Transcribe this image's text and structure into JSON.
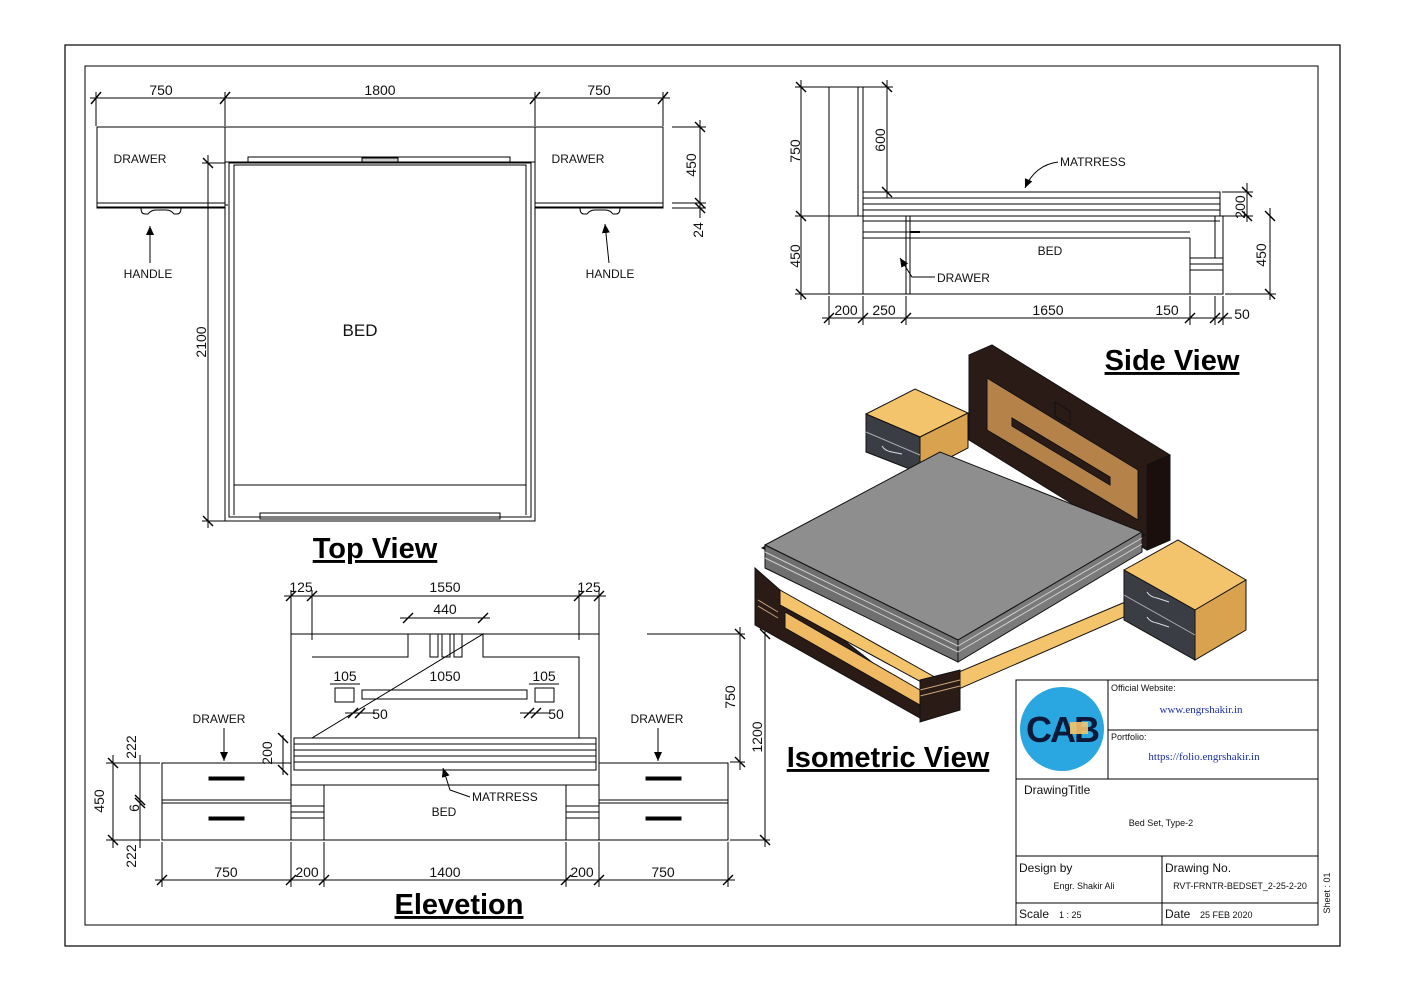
{
  "top_view": {
    "title": "Top View",
    "dims": {
      "w_left": "750",
      "w_bed": "1800",
      "w_right": "750",
      "h_bed": "2100",
      "h_drawer": "450",
      "h_gap": "24"
    },
    "labels": {
      "drawer_left": "DRAWER",
      "drawer_right": "DRAWER",
      "handle_left": "HANDLE",
      "handle_right": "HANDLE",
      "bed": "BED"
    }
  },
  "side_view": {
    "title": "Side View",
    "dims": {
      "h_total_head": "750",
      "h_head": "600",
      "h_base": "450",
      "h_mattress": "200",
      "h_base_right": "450",
      "w_200": "200",
      "w_250": "250",
      "w_1650": "1650",
      "w_150": "150",
      "w_50": "50"
    },
    "labels": {
      "mattress": "MATRRESS",
      "bed": "BED",
      "drawer": "DRAWER"
    }
  },
  "elevation": {
    "title": "Elevetion",
    "dims": {
      "top_125a": "125",
      "top_1550": "1550",
      "top_125b": "125",
      "slot_440": "440",
      "p105a": "105",
      "p1050": "1050",
      "p105b": "105",
      "p50a": "50",
      "p50b": "50",
      "h750": "750",
      "h1200": "1200",
      "h200": "200",
      "h450": "450",
      "h222a": "222",
      "h6": "6",
      "h222b": "222",
      "b750a": "750",
      "b200a": "200",
      "b1400": "1400",
      "b200b": "200",
      "b750b": "750"
    },
    "labels": {
      "drawer_left": "DRAWER",
      "drawer_right": "DRAWER",
      "mattress": "MATRRESS",
      "bed": "BED"
    }
  },
  "isometric": {
    "title": "Isometric View"
  },
  "title_block": {
    "website_label": "Official Website:",
    "website": "www.engrshakir.in",
    "portfolio_label": "Portfolio:",
    "portfolio": "https://folio.engrshakir.in",
    "drawing_title_label": "DrawingTitle",
    "drawing_title": "Bed Set, Type-2",
    "design_by_label": "Design by",
    "designer": "Engr. Shakir Ali",
    "drawing_no_label": "Drawing No.",
    "drawing_no": "RVT-FRNTR-BEDSET_2-25-2-20",
    "scale_label": "Scale",
    "scale": "1 : 25",
    "date_label": "Date",
    "date": "25 FEB 2020",
    "sheet": "Sheet : 01",
    "logo_text": "CAB"
  },
  "colors": {
    "wood_light": "#f3c46c",
    "wood_dark": "#2b1b16",
    "mattress": "#8e8e8e",
    "drawer_face": "#3a3d44",
    "logo_bg": "#2aa6e0"
  }
}
